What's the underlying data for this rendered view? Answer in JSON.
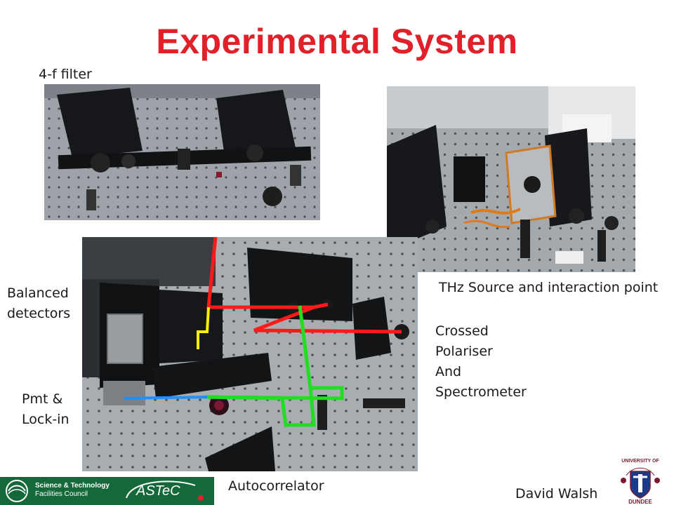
{
  "slide": {
    "title": "Experimental System",
    "author": "David Walsh"
  },
  "labels": {
    "filter": "4-f filter",
    "thz": "THz Source and interaction point",
    "balanced_line1": "Balanced",
    "balanced_line2": "detectors",
    "crossed_line1": "Crossed",
    "crossed_line2": "Polariser",
    "crossed_line3": "And",
    "crossed_line4": "Spectrometer",
    "pmt_line1": "Pmt &",
    "pmt_line2": "Lock-in",
    "autocorrelator": "Autocorrelator"
  },
  "logos": {
    "stfc_line1": "Science & Technology",
    "stfc_line2": "Facilities Council",
    "astec": "ASTeC",
    "dundee_top": "UNIVERSITY OF",
    "dundee_bottom": "DUNDEE"
  },
  "colors": {
    "title": "#e2202a",
    "beam_red": "#ff1a1a",
    "beam_green": "#22dd22",
    "beam_yellow": "#ffee00",
    "beam_blue": "#1e90ff",
    "logo_green": "#15683a"
  }
}
